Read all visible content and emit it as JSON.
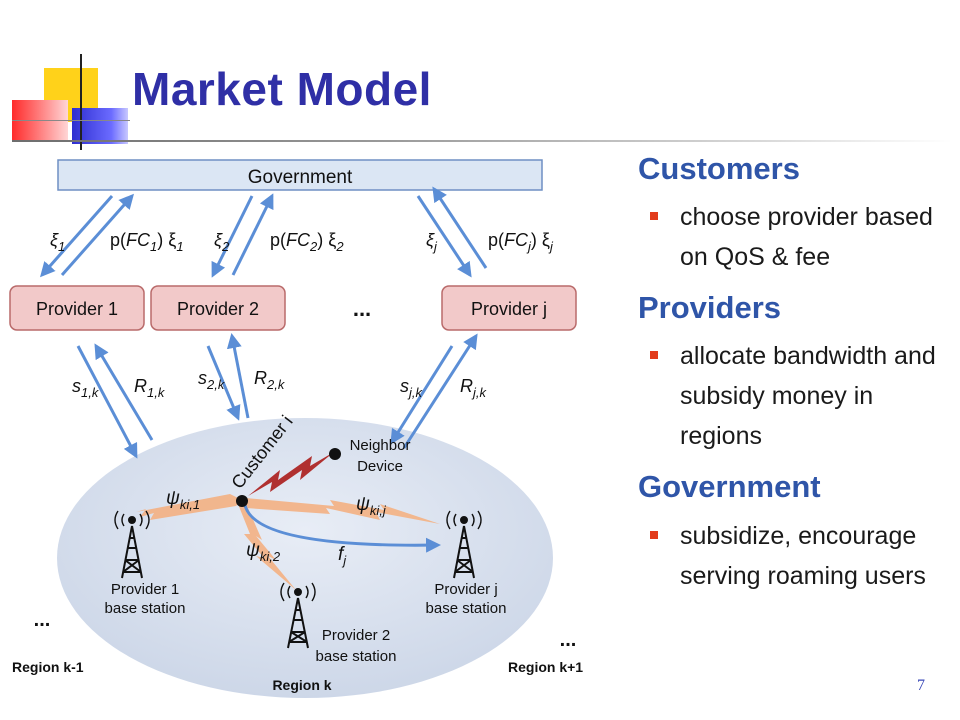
{
  "slide": {
    "title": "Market Model",
    "page_number": "7"
  },
  "diagram": {
    "government_label": "Government",
    "providers": [
      "Provider 1",
      "Provider 2",
      "Provider j"
    ],
    "ellipsis": "...",
    "gov_flows": [
      {
        "down": "ξ",
        "down_sub": "1",
        "up_pre": "p(",
        "up_fc": "FC",
        "up_sub": "1",
        "up_post": ") ξ",
        "up_sub2": "1"
      },
      {
        "down": "ξ",
        "down_sub": "2",
        "up_pre": "p(",
        "up_fc": "FC",
        "up_sub": "2",
        "up_post": ") ξ",
        "up_sub2": "2"
      },
      {
        "down": "ξ",
        "down_sub": "j",
        "up_pre": "p(",
        "up_fc": "FC",
        "up_sub": "j",
        "up_post": ") ξ",
        "up_sub2": "j"
      }
    ],
    "region_flows": [
      {
        "s": "s",
        "s_sub": "1,k",
        "r": "R",
        "r_sub": "1,k"
      },
      {
        "s": "s",
        "s_sub": "2,k",
        "r": "R",
        "r_sub": "2,k"
      },
      {
        "s": "s",
        "s_sub": "j,k",
        "r": "R",
        "r_sub": "j,k"
      }
    ],
    "customer_label": "Customer i",
    "neighbor_label_1": "Neighbor",
    "neighbor_label_2": "Device",
    "psi": "ψ",
    "psi_sub_1": "ki,1",
    "psi_sub_2": "ki,2",
    "psi_sub_j": "ki,j",
    "f": "f",
    "f_sub": "j",
    "stations": [
      {
        "line1": "Provider 1",
        "line2": "base station"
      },
      {
        "line1": "Provider 2",
        "line2": "base station"
      },
      {
        "line1": "Provider j",
        "line2": "base station"
      }
    ],
    "regions": {
      "prev": "Region k-1",
      "current": "Region k",
      "next": "Region k+1"
    }
  },
  "panel": {
    "sections": [
      {
        "heading": "Customers",
        "items": [
          "choose provider based on QoS & fee"
        ]
      },
      {
        "heading": "Providers",
        "items": [
          "allocate bandwidth and subsidy money in regions"
        ]
      },
      {
        "heading": "Government",
        "items": [
          "subsidize, encourage serving roaming users"
        ]
      }
    ]
  },
  "colors": {
    "title": "#2f2fa6",
    "heading": "#2f55a8",
    "bullet": "#e23b1c",
    "arrow": "#5b8ed6",
    "government_fill": "#dbe6f4",
    "provider_fill": "#f2c9c9",
    "provider_border": "#b96a6a",
    "region_fill": "#dbe3f0",
    "interference": "#b03030",
    "signal": "#f4b183"
  }
}
